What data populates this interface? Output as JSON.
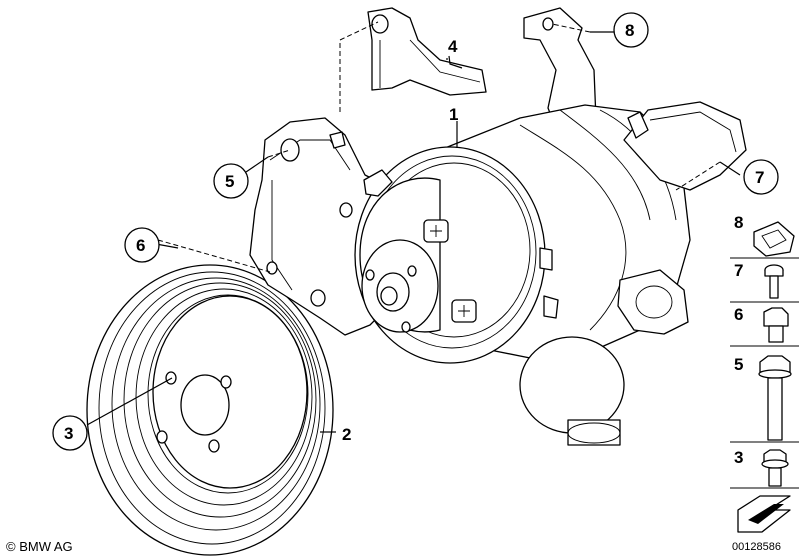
{
  "callouts": [
    {
      "id": "1",
      "label": "1"
    },
    {
      "id": "2",
      "label": "2"
    },
    {
      "id": "3",
      "label": "3"
    },
    {
      "id": "4",
      "label": "4"
    },
    {
      "id": "5",
      "label": "5"
    },
    {
      "id": "6",
      "label": "6"
    },
    {
      "id": "7",
      "label": "7"
    },
    {
      "id": "8",
      "label": "8"
    }
  ],
  "legend": {
    "items": [
      {
        "label": "8",
        "icon": "clip-nut-icon"
      },
      {
        "label": "7",
        "icon": "small-bolt-icon"
      },
      {
        "label": "6",
        "icon": "hex-bolt-short-icon"
      },
      {
        "label": "5",
        "icon": "long-bolt-icon"
      },
      {
        "label": "3",
        "icon": "flange-bolt-icon"
      }
    ],
    "arrow_icon": "direction-arrow-icon"
  },
  "footer": {
    "copyright": "© BMW AG",
    "doc_number": "00128586"
  }
}
